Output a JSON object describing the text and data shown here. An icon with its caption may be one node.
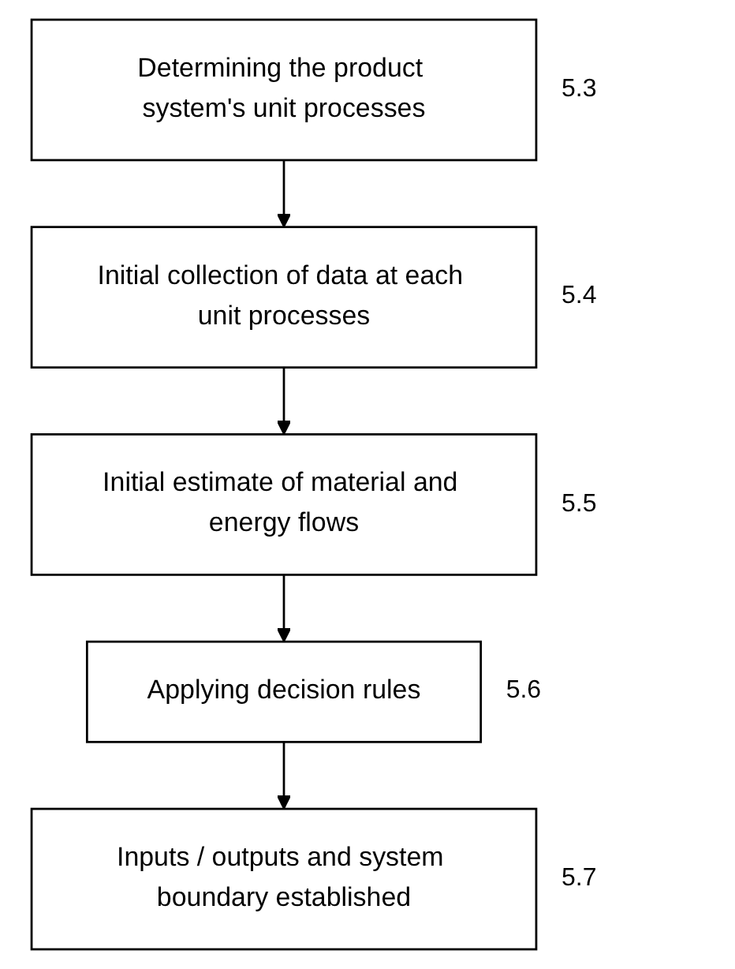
{
  "diagram": {
    "nodes": [
      {
        "text": [
          "Determining the product system's unit processes"
        ],
        "beside": [
          "5.3"
        ]
      },
      {
        "text": [
          "Initial collection of data at each unit processes"
        ],
        "beside": [
          "5.4"
        ]
      },
      {
        "text": [
          "Initial estimate of material and energy flows"
        ],
        "beside": [
          "5.5"
        ]
      },
      {
        "text": [
          "Applying decision rules"
        ],
        "beside": [
          "5.6"
        ]
      },
      {
        "text": [
          "Inputs / outputs and system boundary established"
        ],
        "beside": [
          "5.7"
        ]
      }
    ],
    "edges": [
      {
        "from": 0,
        "to": 1,
        "arrow": "to"
      },
      {
        "from": 1,
        "to": 2,
        "arrow": "to"
      },
      {
        "from": 2,
        "to": 3,
        "arrow": "to"
      },
      {
        "from": 3,
        "to": 4,
        "arrow": "to"
      }
    ]
  }
}
